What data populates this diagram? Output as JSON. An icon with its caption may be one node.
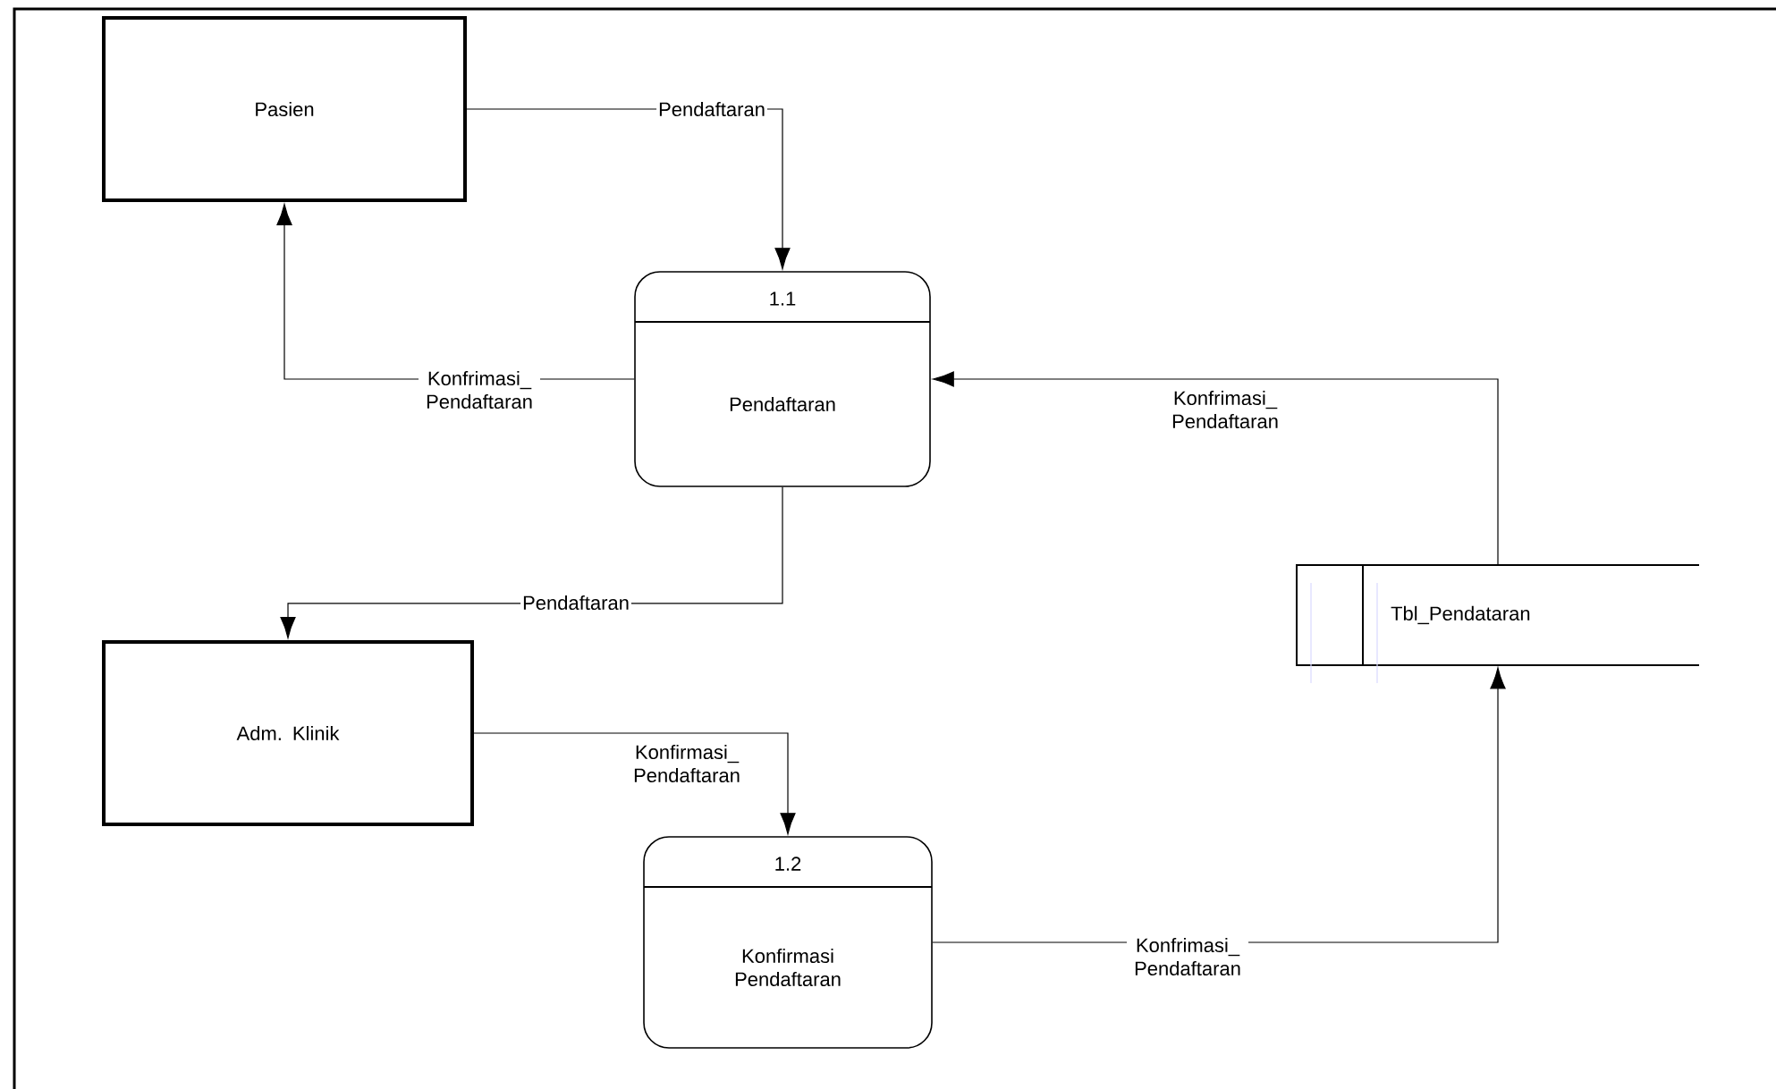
{
  "diagram": {
    "nodes": [
      {
        "text": [
          "Pasien"
        ]
      },
      {
        "text": [
          "1.1",
          "Pendaftaran"
        ]
      },
      {
        "text": [
          "Adm. Klinik"
        ]
      },
      {
        "text": [
          "1.2",
          "Konfirmasi Pendaftaran"
        ]
      },
      {
        "text": [
          "Tbl_Pendataran"
        ]
      }
    ],
    "edges": [
      {
        "from": 0,
        "to": 1,
        "arrow": "to",
        "label": "Pendaftaran"
      },
      {
        "from": 1,
        "to": 0,
        "arrow": "to",
        "label": "Konfrimasi_ Pendaftaran"
      },
      {
        "from": 4,
        "to": 1,
        "arrow": "to",
        "label": "Konfrimasi_ Pendaftaran"
      },
      {
        "from": 1,
        "to": 2,
        "arrow": "to",
        "label": "Pendaftaran"
      },
      {
        "from": 2,
        "to": 3,
        "arrow": "to",
        "label": "Konfirmasi_ Pendaftaran"
      },
      {
        "from": 3,
        "to": 4,
        "arrow": "to",
        "label": "Konfrimasi_ Pendaftaran"
      }
    ]
  }
}
